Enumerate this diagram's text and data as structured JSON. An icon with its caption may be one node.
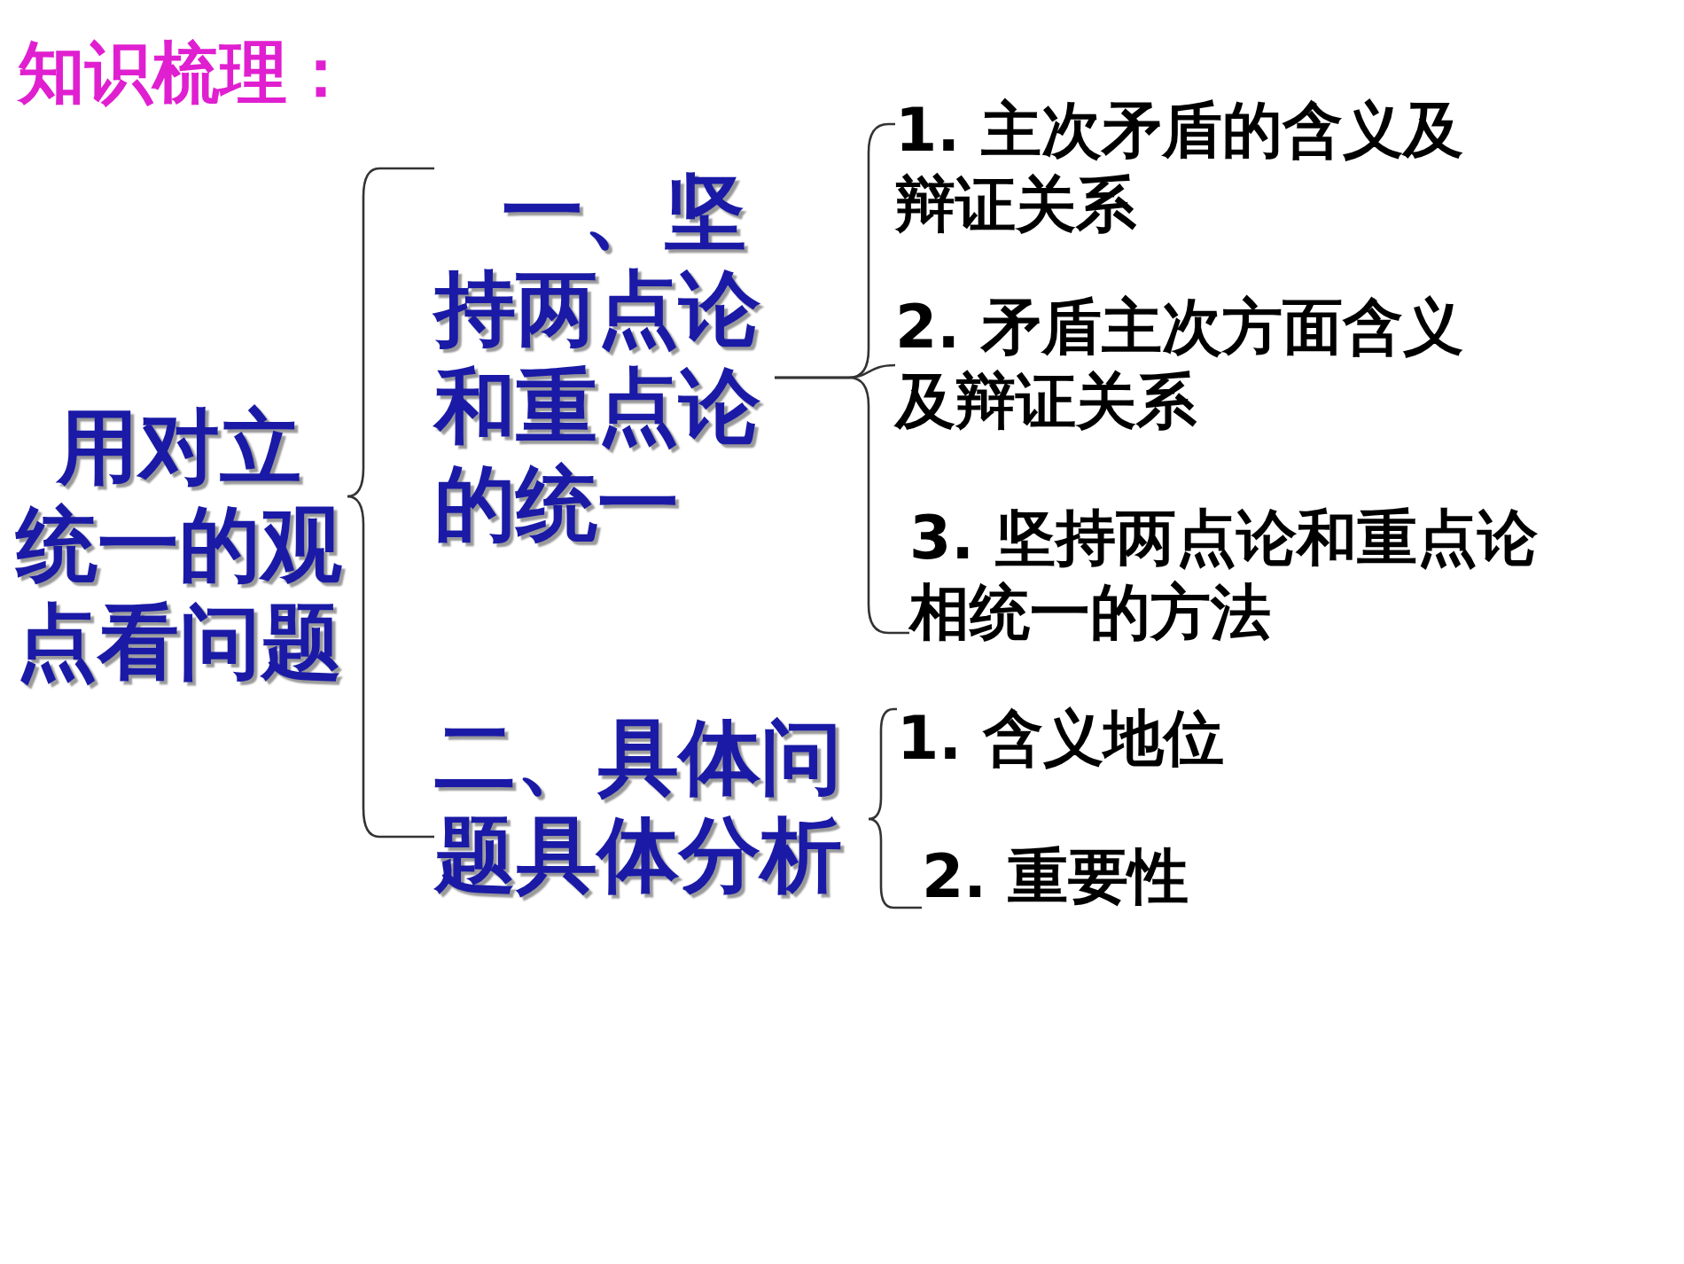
{
  "diagram": {
    "title": "知识梳理：",
    "nodes": [
      {
        "text": [
          "用对立统一的观点看问题"
        ]
      },
      {
        "text": [
          "一、坚持两点论和重点论的统一"
        ]
      },
      {
        "text": [
          "二、具体问题具体分析"
        ]
      },
      {
        "text": [
          "1. 主次矛盾的含义及辩证关系"
        ]
      },
      {
        "text": [
          "2. 矛盾主次方面含义及辩证关系"
        ]
      },
      {
        "text": [
          "3. 坚持两点论和重点论相统一的方法"
        ]
      },
      {
        "text": [
          "1. 含义地位"
        ]
      },
      {
        "text": [
          "2. 重要性"
        ]
      }
    ],
    "edges": [
      {
        "from": 0,
        "to": 1,
        "arrow": "none"
      },
      {
        "from": 0,
        "to": 2,
        "arrow": "none"
      },
      {
        "from": 1,
        "to": 3,
        "arrow": "none"
      },
      {
        "from": 1,
        "to": 4,
        "arrow": "none"
      },
      {
        "from": 1,
        "to": 5,
        "arrow": "none"
      },
      {
        "from": 2,
        "to": 6,
        "arrow": "none"
      },
      {
        "from": 2,
        "to": 7,
        "arrow": "none"
      }
    ]
  }
}
